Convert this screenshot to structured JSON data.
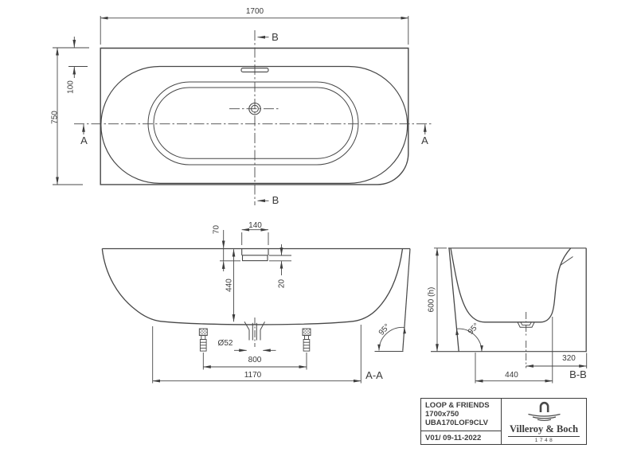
{
  "top_view": {
    "dim_length": "1700",
    "dim_width": "750",
    "dim_ledge": "100",
    "marker_a": "A",
    "marker_b": "B"
  },
  "section_aa": {
    "label": "A-A",
    "dim_rim_to_overflow": "70",
    "dim_overflow_width": "140",
    "dim_overflow_height": "20",
    "dim_depth": "440",
    "dim_drain_diameter": "Ø52",
    "dim_feet_spacing": "800",
    "dim_base_length": "1170",
    "dim_wall_angle": "95°"
  },
  "section_bb": {
    "label": "B-B",
    "dim_height": "600 (h)",
    "dim_base_width": "440",
    "dim_drain_offset": "320",
    "dim_wall_angle": "95°"
  },
  "title_block": {
    "product_name": "LOOP & FRIENDS",
    "product_size": "1700x750",
    "article_number": "UBA170LOF9CLV",
    "version_date": "V01/ 09-11-2022",
    "brand_name": "Villeroy & Boch",
    "brand_year": "1748"
  }
}
